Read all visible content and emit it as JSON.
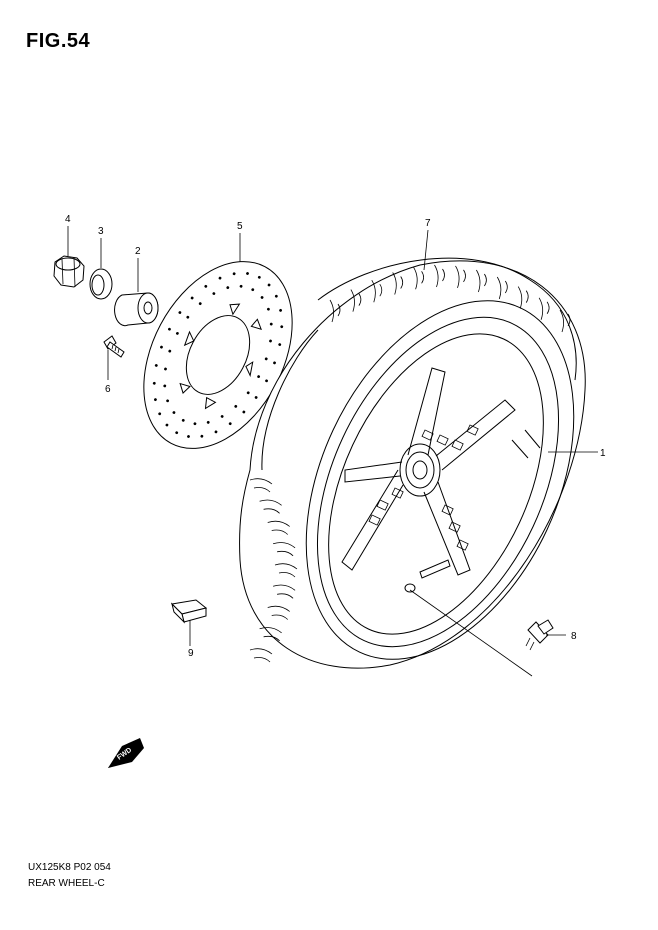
{
  "figure": {
    "title": "FIG.54"
  },
  "footer": {
    "code": "UX125K8 P02  054",
    "name": "REAR WHEEL-C"
  },
  "callouts": [
    {
      "id": "1",
      "label": "1"
    },
    {
      "id": "2",
      "label": "2"
    },
    {
      "id": "3",
      "label": "3"
    },
    {
      "id": "4",
      "label": "4"
    },
    {
      "id": "5",
      "label": "5"
    },
    {
      "id": "6",
      "label": "6"
    },
    {
      "id": "7",
      "label": "7"
    },
    {
      "id": "8",
      "label": "8"
    },
    {
      "id": "9",
      "label": "9"
    }
  ],
  "fwd_arrow": {
    "label": "FWD"
  }
}
